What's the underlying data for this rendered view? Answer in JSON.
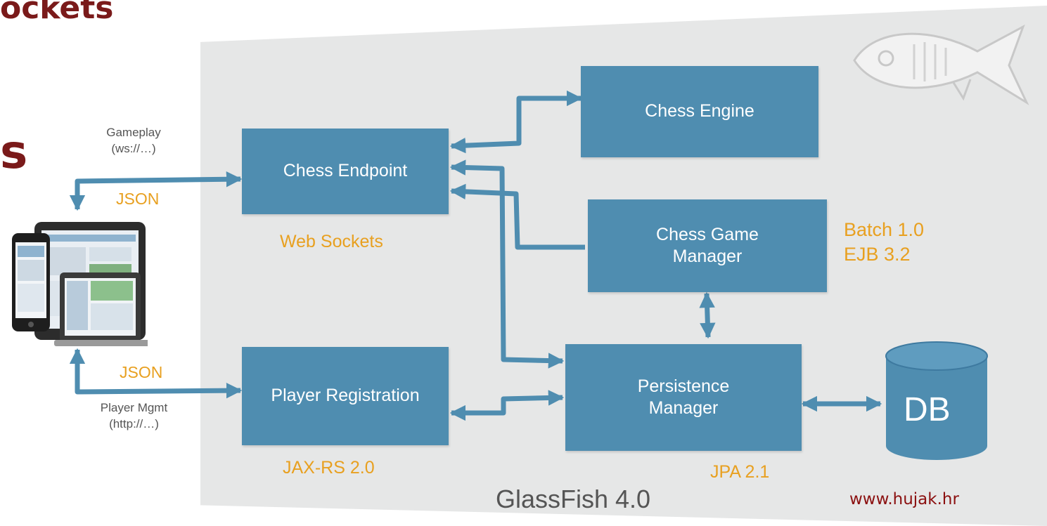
{
  "slide": {
    "title_fragment": "ockets",
    "letter_fragment": "s"
  },
  "components": {
    "chess_engine": "Chess Engine",
    "chess_endpoint": "Chess Endpoint",
    "chess_game_manager_line1": "Chess Game",
    "chess_game_manager_line2": "Manager",
    "player_registration": "Player Registration",
    "persistence_manager_line1": "Persistence",
    "persistence_manager_line2": "Manager",
    "db": "DB"
  },
  "labels": {
    "gameplay_line1": "Gameplay",
    "gameplay_line2": "(ws://…)",
    "json_top": "JSON",
    "json_bottom": "JSON",
    "player_mgmt_line1": "Player Mgmt",
    "player_mgmt_line2": "(http://…)",
    "web_sockets": "Web Sockets",
    "jax_rs": "JAX-RS 2.0",
    "jpa": "JPA 2.1",
    "batch": "Batch 1.0",
    "ejb": "EJB 3.2",
    "glassfish": "GlassFish 4.0"
  },
  "watermark": "www.hujak.hr",
  "colors": {
    "box": "#4f8db0",
    "arrow": "#4f8db0",
    "tech_label": "#e8a020",
    "title": "#7a1a1a",
    "panel": "#e6e7e7"
  },
  "icons": [
    "devices-icon",
    "glassfish-logo-icon",
    "database-cylinder-icon"
  ]
}
